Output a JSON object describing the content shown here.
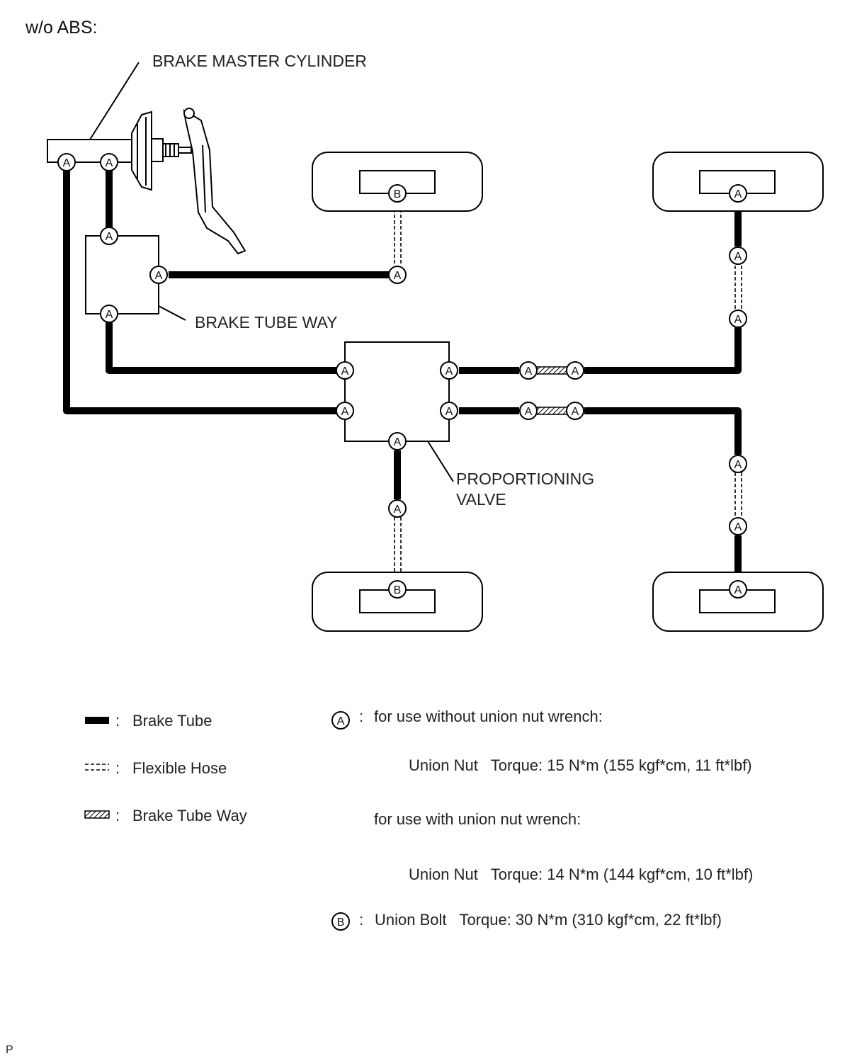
{
  "diagram": {
    "heading": "w/o ABS:",
    "labels": {
      "master_cylinder": "BRAKE MASTER CYLINDER",
      "brake_tube_way": "BRAKE TUBE WAY",
      "proportioning_valve_line1": "PROPORTIONING",
      "proportioning_valve_line2": "VALVE"
    },
    "markers": {
      "a": "A",
      "b": "B"
    },
    "corner_mark": "P"
  },
  "legend": {
    "separator": ":",
    "brake_tube": "Brake Tube",
    "flexible_hose": "Flexible Hose",
    "brake_tube_way": "Brake Tube Way"
  },
  "torque": {
    "a_line1": "for use without union nut wrench:",
    "a_line2": "Union Nut   Torque: 15 N*m (155 kgf*cm, 11 ft*lbf)",
    "a_line3": "for use with union nut wrench:",
    "a_line4": "Union Nut   Torque: 14 N*m (144 kgf*cm, 10 ft*lbf)",
    "b_line": "Union Bolt   Torque: 30 N*m (310 kgf*cm, 22 ft*lbf)"
  }
}
